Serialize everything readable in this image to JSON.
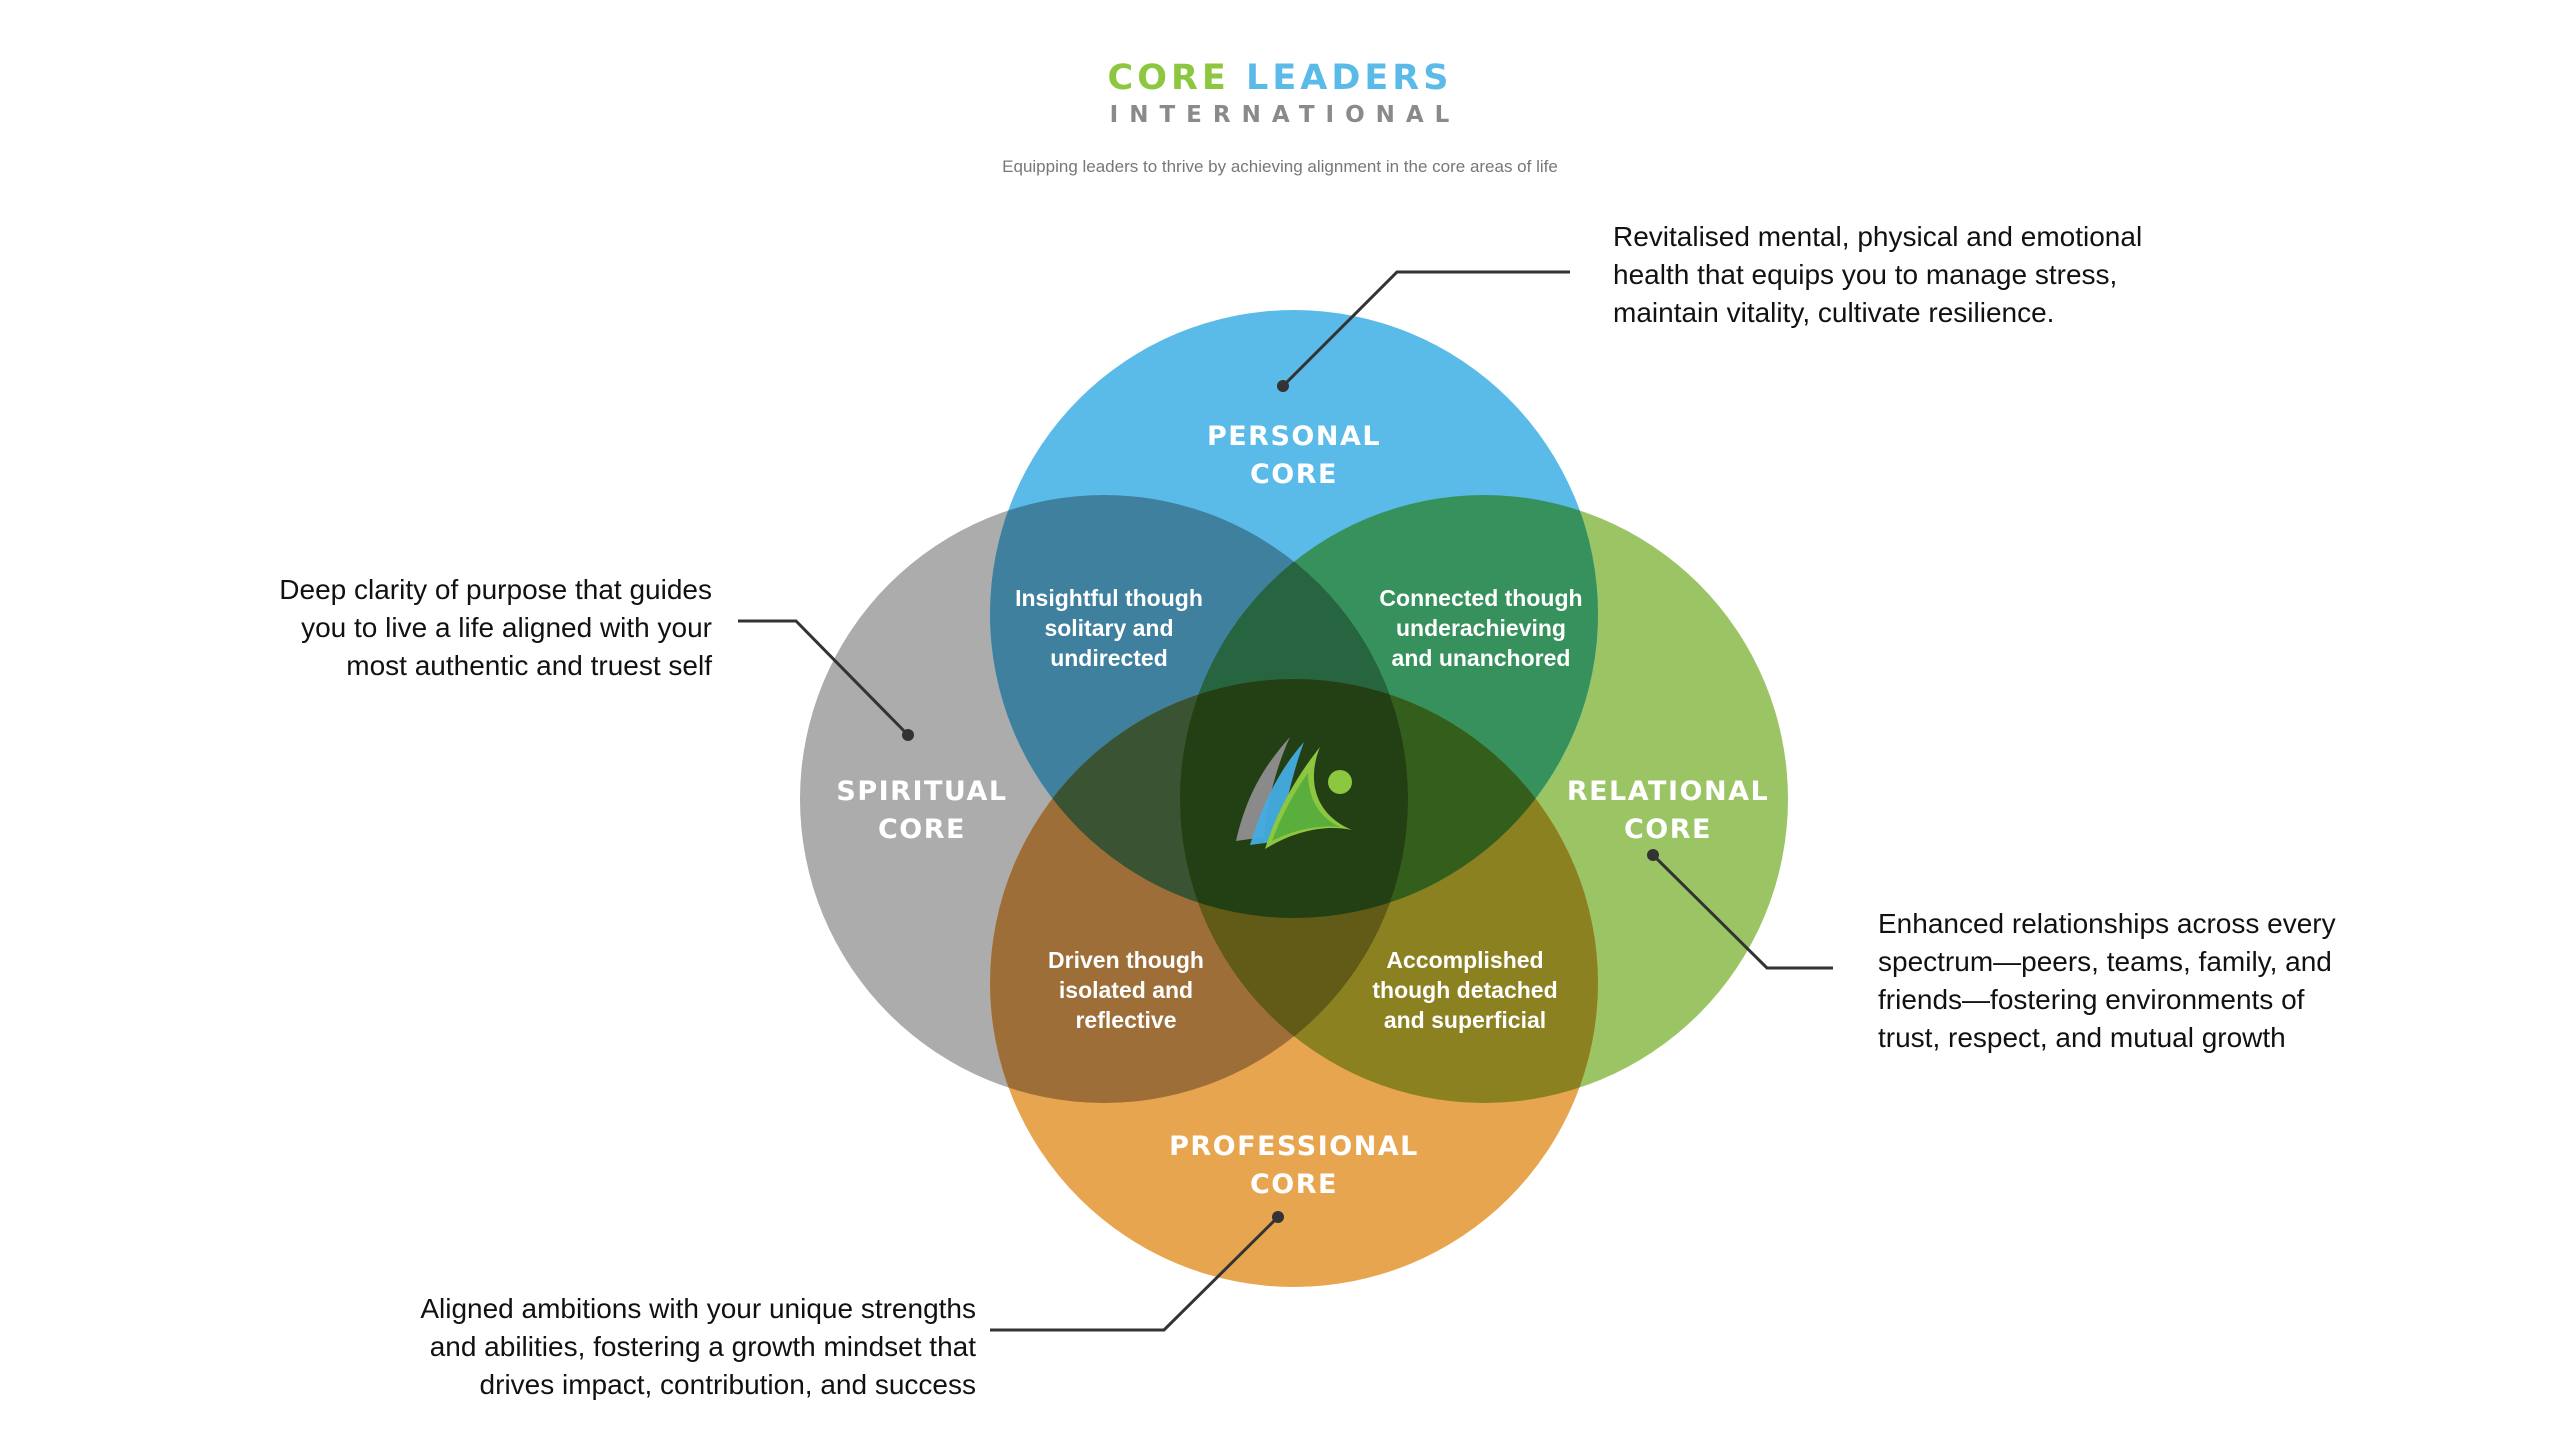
{
  "header": {
    "logo_word1": "CORE",
    "logo_word2": "LEADERS",
    "logo_line2": "INTERNATIONAL",
    "tagline": "Equipping leaders to thrive by achieving alignment in the core areas of life"
  },
  "colors": {
    "personal": "#5bbbe8",
    "spiritual": "#acacac",
    "relational": "#9bc565",
    "professional": "#e8a550",
    "spiritual_personal": "#3f809f",
    "personal_relational": "#37915d",
    "spiritual_professional": "#9e6e38",
    "relational_professional": "#8c8121",
    "triple_top": "#26653f",
    "triple_left": "#3a5333",
    "triple_right": "#335e1c",
    "triple_bottom": "#625a17",
    "center": "#233f14",
    "logo_green": "#8dc63f",
    "logo_blue": "#5bbbe8",
    "logo_gray": "#8a8a8a"
  },
  "circles": [
    {
      "id": "personal",
      "label_lines": [
        "PERSONAL",
        "CORE"
      ]
    },
    {
      "id": "spiritual",
      "label_lines": [
        "SPIRITUAL",
        "CORE"
      ]
    },
    {
      "id": "relational",
      "label_lines": [
        "RELATIONAL",
        "CORE"
      ]
    },
    {
      "id": "professional",
      "label_lines": [
        "PROFESSIONAL",
        "CORE"
      ]
    }
  ],
  "overlaps": {
    "spiritual_personal": [
      "Insightful though",
      "solitary and",
      "undirected"
    ],
    "personal_relational": [
      "Connected though",
      "underachieving",
      "and unanchored"
    ],
    "spiritual_professional": [
      "Driven though",
      "isolated and",
      "reflective"
    ],
    "relational_professional": [
      "Accomplished",
      "though detached",
      "and superficial"
    ]
  },
  "annotations": {
    "personal": [
      "Revitalised mental, physical and emotional",
      "health that equips you to manage stress,",
      "maintain vitality, cultivate resilience."
    ],
    "spiritual": [
      "Deep clarity of purpose that guides",
      "you to live a life aligned with your",
      "most authentic and truest self"
    ],
    "relational": [
      "Enhanced relationships across every",
      "spectrum—peers, teams, family, and",
      "friends—fostering environments of",
      "trust, respect, and mutual growth"
    ],
    "professional": [
      "Aligned ambitions with your unique strengths",
      "and abilities, fostering a growth mindset that",
      "drives impact, contribution, and success"
    ]
  },
  "center_icon": "core-leaders-emblem-icon"
}
